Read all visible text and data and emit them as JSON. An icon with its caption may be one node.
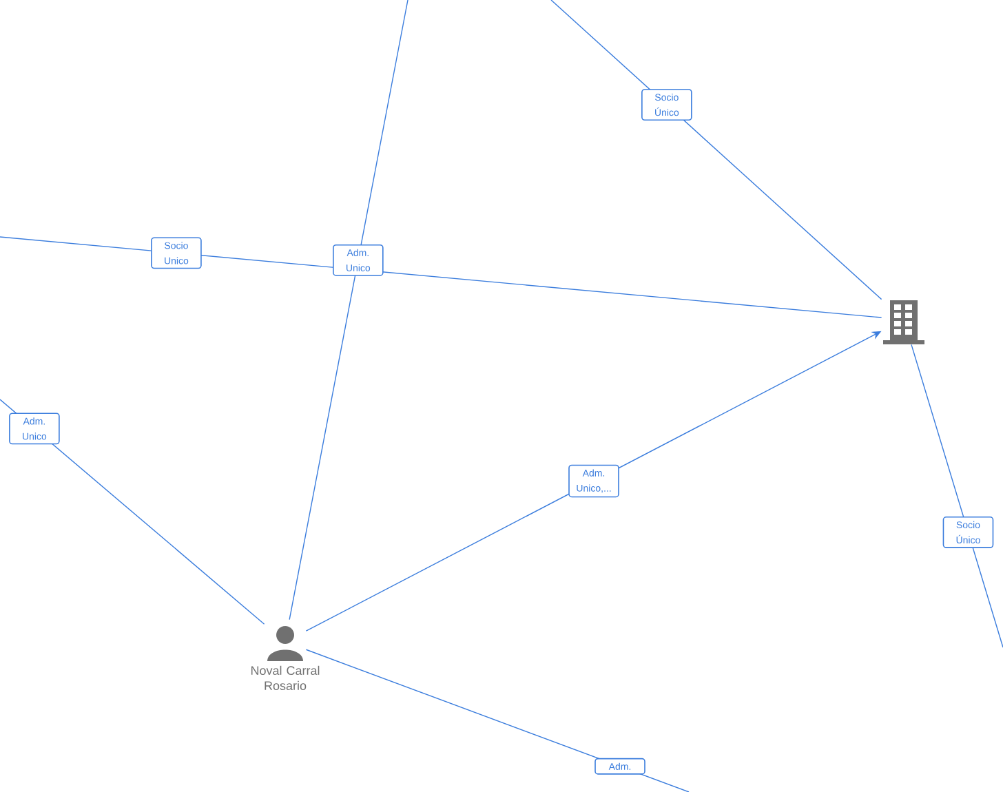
{
  "diagram": {
    "nodes": [
      {
        "text": [],
        "shape": "building"
      },
      {
        "text": [
          "Noval Carral Rosario"
        ]
      }
    ],
    "edges": [
      {
        "from": null,
        "to": 1,
        "arrow": "none",
        "label": "Adm. Unico"
      },
      {
        "from": null,
        "to": 0,
        "arrow": "none",
        "label": "Socio Único"
      },
      {
        "from": null,
        "to": 0,
        "arrow": "none",
        "label": "Socio Unico"
      },
      {
        "from": null,
        "to": 1,
        "arrow": "none",
        "label": "Adm. Unico"
      },
      {
        "from": 1,
        "to": 0,
        "arrow": "to",
        "label": "Adm. Unico,..."
      },
      {
        "from": 0,
        "to": null,
        "arrow": "none",
        "label": "Socio Único"
      },
      {
        "from": 1,
        "to": null,
        "arrow": "none",
        "label": "Adm."
      }
    ]
  }
}
